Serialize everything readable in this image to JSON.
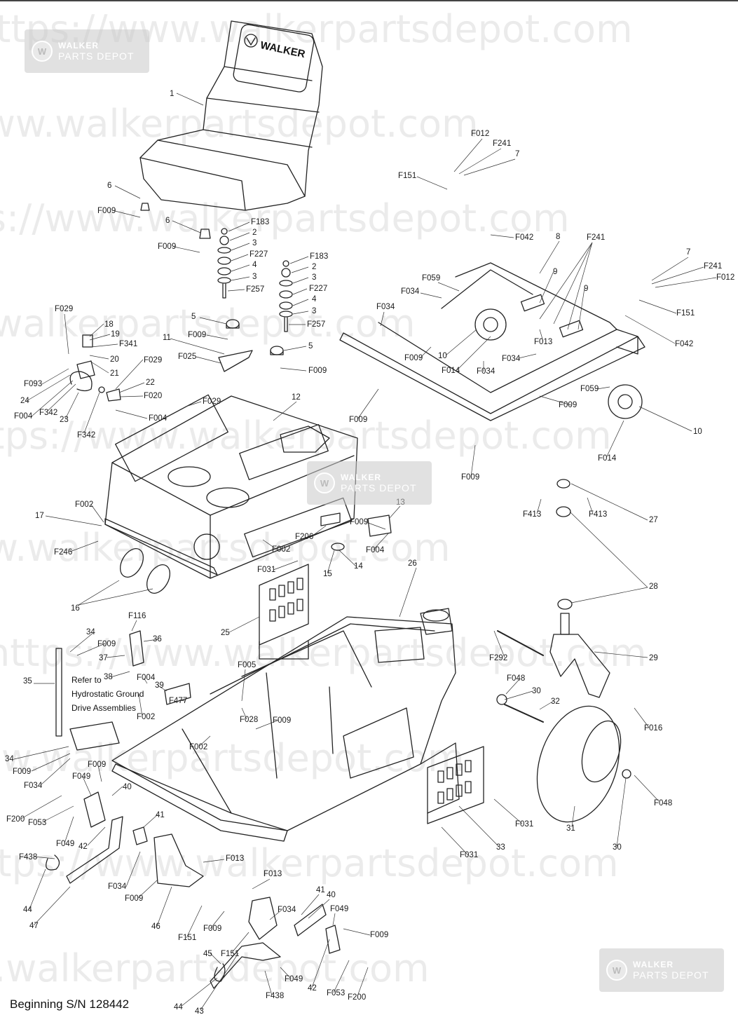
{
  "watermark": {
    "text": "https://www.walkerpartsdepot.com",
    "logo_line1": "WALKER",
    "logo_line2": "PARTS DEPOT"
  },
  "seat": {
    "brand": "WALKER"
  },
  "footer": {
    "serial_note": "Beginning S/N 128442"
  },
  "side_note": {
    "lines": [
      "Refer to",
      "Hydrostatic Ground",
      "Drive Assemblies"
    ]
  },
  "callouts": [
    "1",
    "6",
    "F009",
    "6",
    "F009",
    "F183",
    "2",
    "3",
    "F227",
    "4",
    "3",
    "F257",
    "F183",
    "2",
    "3",
    "F227",
    "4",
    "3",
    "F257",
    "5",
    "F009",
    "5",
    "F009",
    "11",
    "F025",
    "F029",
    "18",
    "19",
    "F341",
    "20",
    "21",
    "F029",
    "F093",
    "24",
    "F004",
    "F342",
    "23",
    "22",
    "F020",
    "F004",
    "F342",
    "F029",
    "12",
    "17",
    "F002",
    "F246",
    "16",
    "F002",
    "F031",
    "25",
    "13",
    "F009",
    "F004",
    "F206",
    "15",
    "14",
    "F012",
    "F241",
    "7",
    "F151",
    "F042",
    "8",
    "F241",
    "7",
    "F241",
    "F012",
    "F151",
    "F042",
    "F059",
    "F034",
    "F034",
    "9",
    "9",
    "F013",
    "F009",
    "10",
    "F014",
    "F034",
    "F034",
    "F059",
    "F009",
    "10",
    "F014",
    "F009",
    "F009",
    "F413",
    "F413",
    "27",
    "28",
    "26",
    "F292",
    "29",
    "F048",
    "30",
    "32",
    "F016",
    "31",
    "F048",
    "30",
    "F116",
    "34",
    "F009",
    "36",
    "37",
    "38",
    "F004",
    "39",
    "F477",
    "F005",
    "F028",
    "F009",
    "35",
    "F002",
    "F002",
    "34",
    "F009",
    "F034",
    "F009",
    "F049",
    "40",
    "F200",
    "F053",
    "F049",
    "F438",
    "42",
    "41",
    "F013",
    "F034",
    "F009",
    "44",
    "47",
    "46",
    "F031",
    "F031",
    "33",
    "F013",
    "41",
    "40",
    "F034",
    "F049",
    "F009",
    "F009",
    "F151",
    "45",
    "F151",
    "F049",
    "42",
    "F438",
    "F053",
    "F200",
    "44",
    "43"
  ]
}
